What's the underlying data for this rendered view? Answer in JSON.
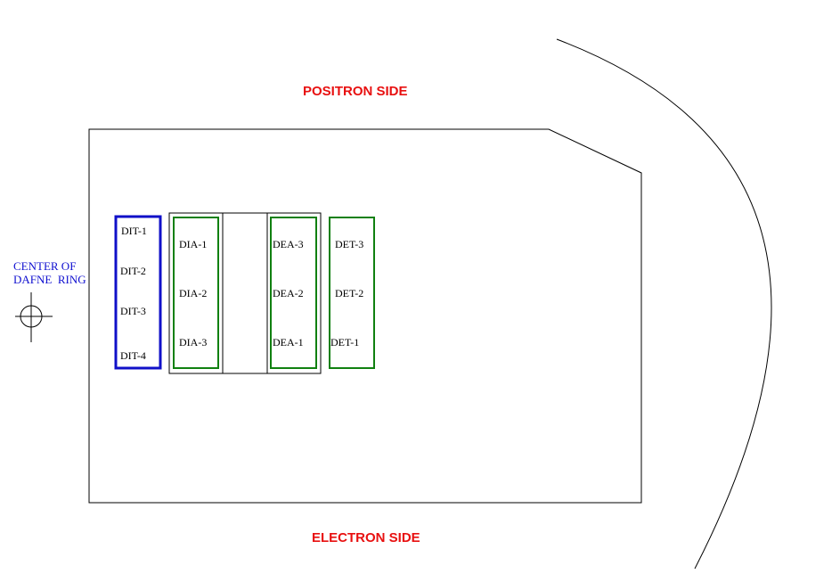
{
  "labels": {
    "positron_side": "POSITRON SIDE",
    "electron_side": "ELECTRON SIDE",
    "center_line1": "CENTER OF",
    "center_line2": "DAFNE  RING"
  },
  "detectors": {
    "dit": [
      "DIT-1",
      "DIT-2",
      "DIT-3",
      "DIT-4"
    ],
    "dia": [
      "DIA-1",
      "DIA-2",
      "DIA-3"
    ],
    "dea": [
      "DEA-3",
      "DEA-2",
      "DEA-1"
    ],
    "det": [
      "DET-3",
      "DET-2",
      "DET-1"
    ]
  },
  "colors": {
    "side_labels": "#e81010",
    "center": "#1010d0",
    "dit_box": "#1010c8",
    "green_boxes": "#108010",
    "outline": "#000000"
  }
}
